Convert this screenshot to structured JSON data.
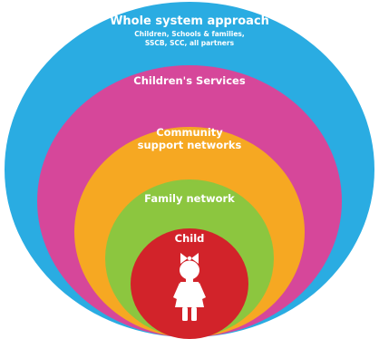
{
  "diagram": {
    "rings": [
      {
        "title": "Whole system approach",
        "subtitle_lines": [
          "Children, Schools & families,",
          "SSCB, SCC, all partners"
        ],
        "color": "#2aace2"
      },
      {
        "title": "Children's Services",
        "subtitle_lines": [],
        "color": "#d6479a"
      },
      {
        "title_lines": [
          "Community",
          "support networks"
        ],
        "color": "#f6a822"
      },
      {
        "title": "Family network",
        "color": "#8cc63f"
      },
      {
        "title": "Child",
        "color": "#d2232a"
      }
    ],
    "child_icon": "child-figure-icon"
  }
}
